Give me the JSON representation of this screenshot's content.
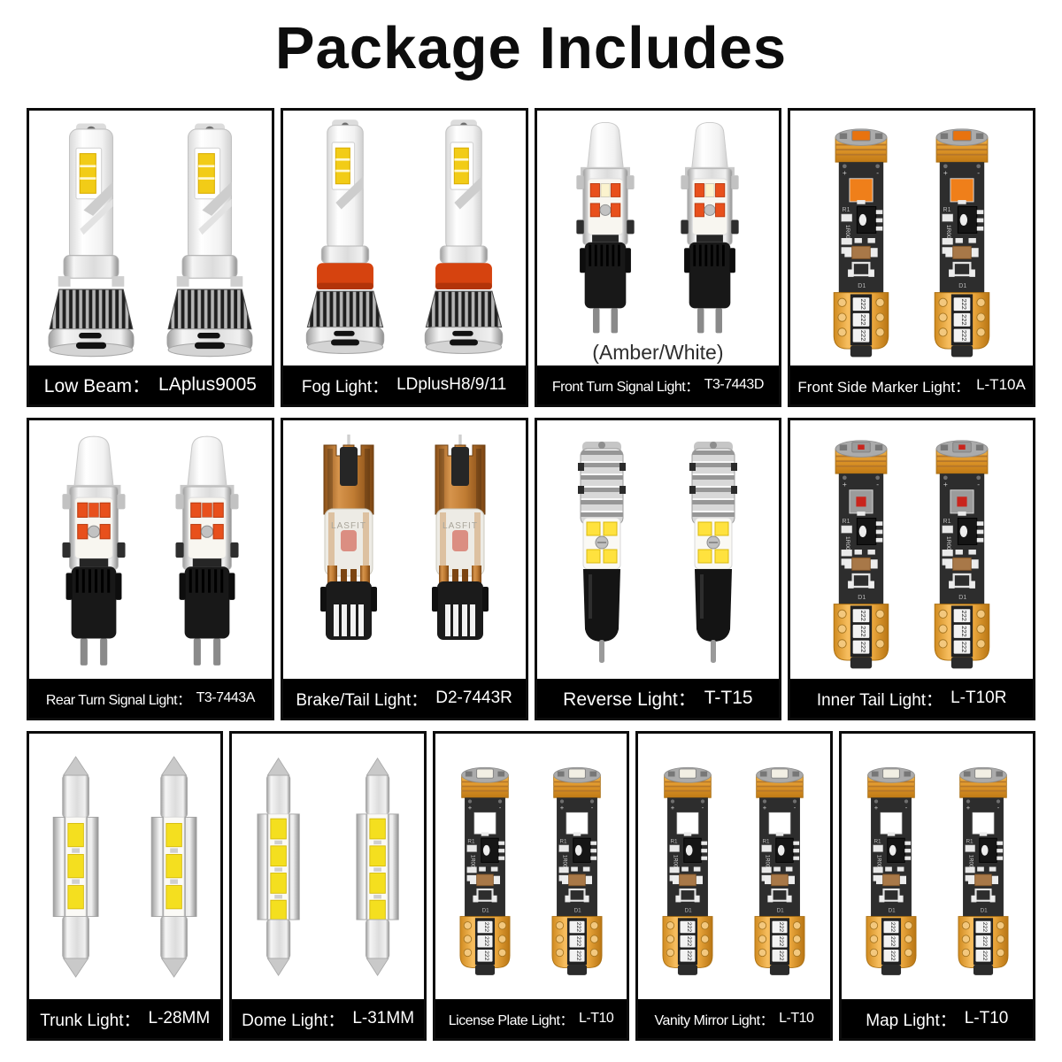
{
  "title": "Package Includes",
  "brand": {
    "watermark": "LASFIT"
  },
  "pcb": {
    "plus": "+",
    "minus": "-",
    "r1": "R1",
    "code": "1R00",
    "d1": "D1",
    "res": "222"
  },
  "colors": {
    "title_text": "#0D0D0D",
    "label_bg": "#000000",
    "label_text": "#FFFFFF",
    "cell_border": "#0C0C0C",
    "amber_led": "#EF7F1A",
    "red_led": "#C9251D",
    "white_led": "#FFFFFF",
    "yellow_chip": "#F2CC17",
    "turn_led_amber": "#E8501C",
    "fog_collar_red": "#D6430F",
    "gold_body": "#DD9428",
    "copper_body": "#C07C33"
  },
  "grid": {
    "row1": [
      {
        "label": "Low Beam：",
        "model": "LAplus9005"
      },
      {
        "label": "Fog Light：",
        "model": "LDplusH8/9/11"
      },
      {
        "label": "Front Turn Signal Light：",
        "model": "T3-7443D",
        "note": "(Amber/White)"
      },
      {
        "label": "Front Side Marker Light：",
        "model": "L-T10A"
      }
    ],
    "row2": [
      {
        "label": "Rear Turn Signal Light：",
        "model": "T3-7443A"
      },
      {
        "label": "Brake/Tail Light：",
        "model": "D2-7443R"
      },
      {
        "label": "Reverse Light：",
        "model": "T-T15"
      },
      {
        "label": "Inner Tail Light：",
        "model": "L-T10R"
      }
    ],
    "row3": [
      {
        "label": "Trunk Light：",
        "model": "L-28MM"
      },
      {
        "label": "Dome Light：",
        "model": "L-31MM"
      },
      {
        "label": "License Plate Light：",
        "model": "L-T10"
      },
      {
        "label": "Vanity Mirror Light：",
        "model": "L-T10"
      },
      {
        "label": "Map Light：",
        "model": "L-T10"
      }
    ]
  }
}
